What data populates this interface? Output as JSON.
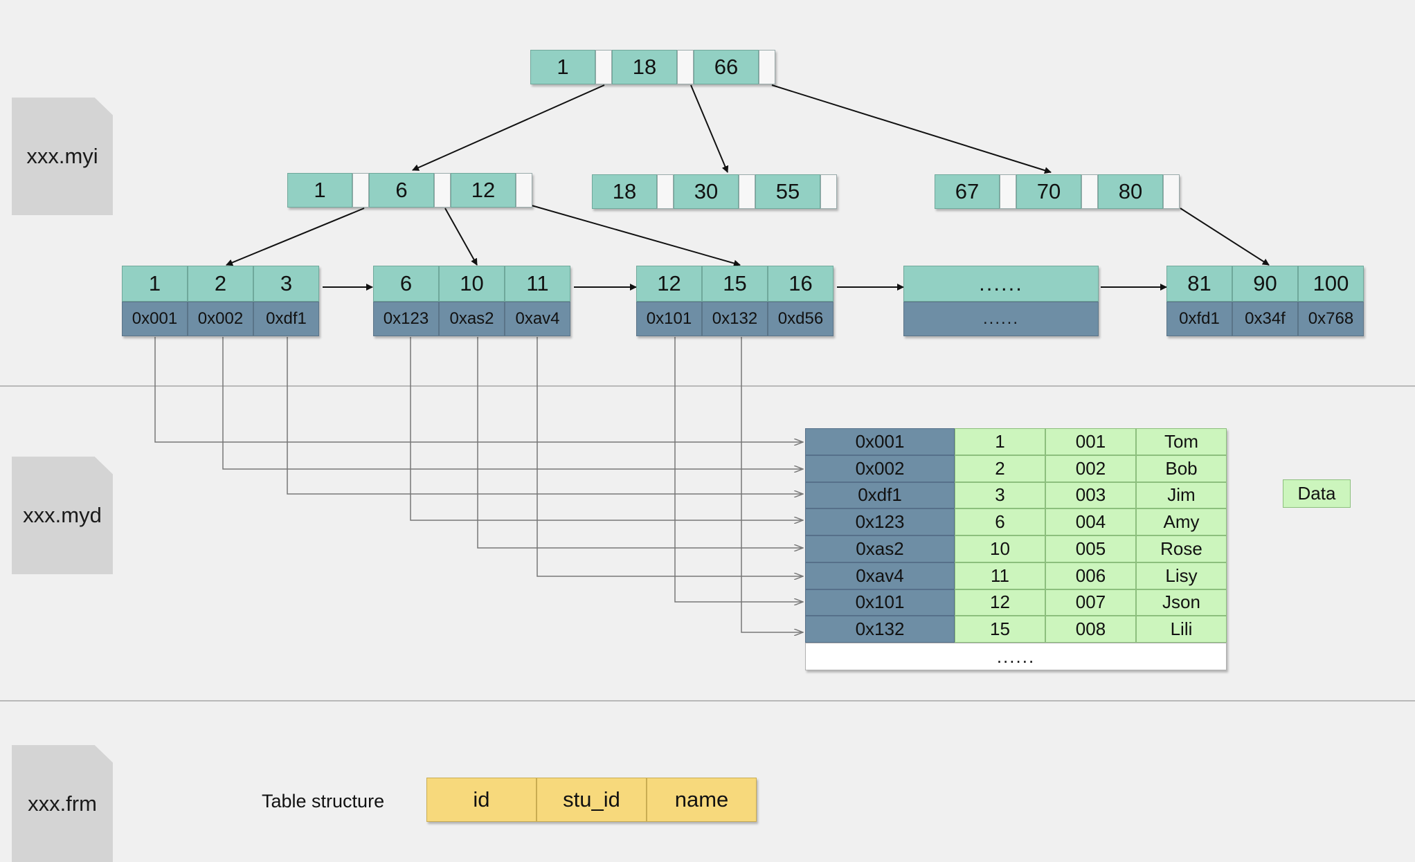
{
  "files": {
    "index_file": "xxx.myi",
    "data_file": "xxx.myd",
    "structure_file": "xxx.frm"
  },
  "btree": {
    "root": [
      "1",
      "18",
      "66"
    ],
    "level1": [
      [
        "1",
        "6",
        "12"
      ],
      [
        "18",
        "30",
        "55"
      ],
      [
        "67",
        "70",
        "80"
      ]
    ],
    "leaves": [
      {
        "keys": [
          "1",
          "2",
          "3"
        ],
        "addrs": [
          "0x001",
          "0x002",
          "0xdf1"
        ]
      },
      {
        "keys": [
          "6",
          "10",
          "11"
        ],
        "addrs": [
          "0x123",
          "0xas2",
          "0xav4"
        ]
      },
      {
        "keys": [
          "12",
          "15",
          "16"
        ],
        "addrs": [
          "0x101",
          "0x132",
          "0xd56"
        ]
      },
      {
        "ellipsis_key": "......",
        "ellipsis_addr": "......"
      },
      {
        "keys": [
          "81",
          "90",
          "100"
        ],
        "addrs": [
          "0xfd1",
          "0x34f",
          "0x768"
        ]
      }
    ]
  },
  "data_table": {
    "rows": [
      [
        "0x001",
        "1",
        "001",
        "Tom"
      ],
      [
        "0x002",
        "2",
        "002",
        "Bob"
      ],
      [
        "0xdf1",
        "3",
        "003",
        "Jim"
      ],
      [
        "0x123",
        "6",
        "004",
        "Amy"
      ],
      [
        "0xas2",
        "10",
        "005",
        "Rose"
      ],
      [
        "0xav4",
        "11",
        "006",
        "Lisy"
      ],
      [
        "0x101",
        "12",
        "007",
        "Json"
      ],
      [
        "0x132",
        "15",
        "008",
        "Lili"
      ]
    ],
    "footer": "......"
  },
  "legend": {
    "data_label": "Data"
  },
  "structure": {
    "label": "Table structure",
    "columns": [
      "id",
      "stu_id",
      "name"
    ]
  },
  "colors": {
    "index_node": "#92d0c3",
    "address_cell": "#6e8ea5",
    "data_cell": "#ccf5bd",
    "structure_cell": "#f7d97c",
    "file_tab": "#d4d4d4"
  }
}
